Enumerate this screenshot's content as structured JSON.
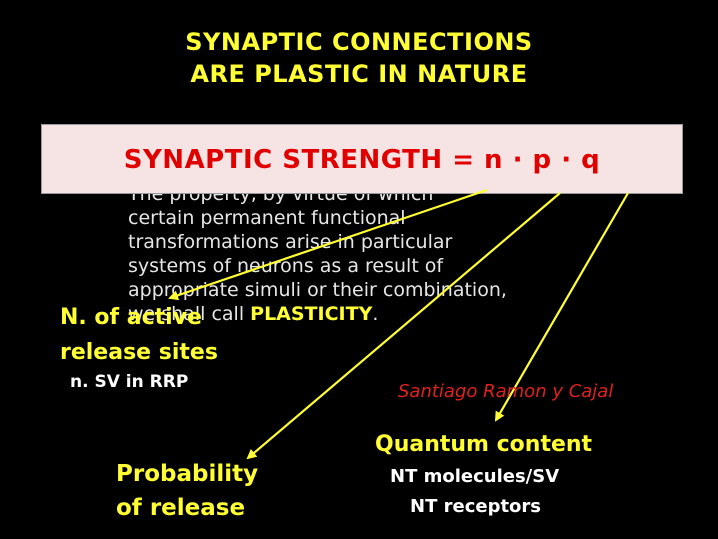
{
  "title": {
    "line1": "SYNAPTIC CONNECTIONS",
    "line2": "ARE PLASTIC IN NATURE"
  },
  "banner": {
    "text": "SYNAPTIC STRENGTH = n · p · q"
  },
  "quote": {
    "line1": "The property, by virtue of which",
    "line2": "certain permanent functional",
    "line3": "transformations arise in particular",
    "line4": "systems of neurons as a result of",
    "line5": "appropriate simuli or their combination,",
    "line6_pre": "we shall call ",
    "line6_highlight": "PLASTICITY",
    "line6_post": "."
  },
  "author": "Santiago Ramon y Cajal",
  "labels": {
    "n_line1": "N. of active",
    "n_line2": "release sites",
    "n_sub": "n. SV in RRP",
    "p_line1": "Probability",
    "p_line2": "of release",
    "q_line1": "Quantum content",
    "q_line2": "NT molecules/SV",
    "q_line3": "NT receptors"
  },
  "colors": {
    "background": "#000000",
    "title": "#ffff33",
    "banner_bg": "#f6e3e3",
    "banner_text": "#e00000",
    "arrow": "#ffff33",
    "author": "#e02020"
  }
}
